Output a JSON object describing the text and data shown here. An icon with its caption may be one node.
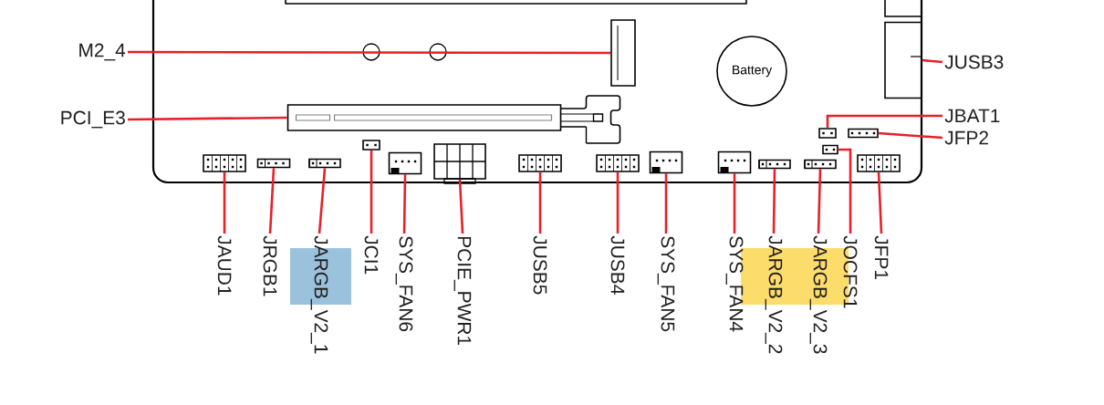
{
  "diagram": {
    "nodes": [
      {
        "text": [
          "M2_4"
        ]
      },
      {
        "text": [
          "JUSB3"
        ]
      },
      {
        "text": [
          "Battery"
        ]
      },
      {
        "text": [
          "PCI_E3"
        ]
      },
      {
        "text": [
          "JBAT1"
        ]
      },
      {
        "text": [
          "JFP2"
        ]
      },
      {
        "text": [
          "JAUD1"
        ]
      },
      {
        "text": [
          "JRGB1"
        ]
      },
      {
        "text": [
          "JARGB_V2_1"
        ]
      },
      {
        "text": [
          "JCI1"
        ]
      },
      {
        "text": [
          "SYS_FAN6"
        ]
      },
      {
        "text": [
          "PCIE_PWR1"
        ]
      },
      {
        "text": [
          "JUSB5"
        ]
      },
      {
        "text": [
          "JUSB4"
        ]
      },
      {
        "text": [
          "SYS_FAN5"
        ]
      },
      {
        "text": [
          "SYS_FAN4"
        ]
      },
      {
        "text": [
          "JARGB_V2_2"
        ]
      },
      {
        "text": [
          "JARGB_V2_3"
        ]
      },
      {
        "text": [
          "JOCFS1"
        ]
      },
      {
        "text": [
          "JFP1"
        ]
      },
      {
        "text": [],
        "shape": "box"
      },
      {
        "text": [],
        "shape": "box"
      },
      {
        "text": [],
        "shape": "box"
      },
      {
        "text": [],
        "shape": "box"
      },
      {
        "text": [],
        "shape": "box"
      },
      {
        "text": [],
        "shape": "box"
      },
      {
        "text": [],
        "shape": "box"
      },
      {
        "text": [],
        "shape": "box"
      },
      {
        "text": [],
        "shape": "box"
      },
      {
        "text": [],
        "shape": "box"
      },
      {
        "text": [],
        "shape": "box"
      },
      {
        "text": [],
        "shape": "box"
      },
      {
        "text": [],
        "shape": "box"
      },
      {
        "text": [],
        "shape": "box"
      },
      {
        "text": [],
        "shape": "box"
      },
      {
        "text": [],
        "shape": "box"
      },
      {
        "text": [],
        "shape": "box"
      },
      {
        "text": [],
        "shape": "box"
      },
      {
        "text": [],
        "shape": "box"
      }
    ],
    "edges": [
      {
        "from": 0,
        "to": 20,
        "arrow": "none"
      },
      {
        "from": 1,
        "to": 21,
        "arrow": "none"
      },
      {
        "from": 3,
        "to": 22,
        "arrow": "none"
      },
      {
        "from": 4,
        "to": 23,
        "arrow": "none"
      },
      {
        "from": 5,
        "to": 24,
        "arrow": "none"
      },
      {
        "from": 6,
        "to": 26,
        "arrow": "none"
      },
      {
        "from": 7,
        "to": 27,
        "arrow": "none"
      },
      {
        "from": 8,
        "to": 28,
        "arrow": "none"
      },
      {
        "from": 9,
        "to": 29,
        "arrow": "none"
      },
      {
        "from": 10,
        "to": 30,
        "arrow": "none"
      },
      {
        "from": 11,
        "to": 31,
        "arrow": "none"
      },
      {
        "from": 12,
        "to": 32,
        "arrow": "none"
      },
      {
        "from": 13,
        "to": 33,
        "arrow": "none"
      },
      {
        "from": 14,
        "to": 34,
        "arrow": "none"
      },
      {
        "from": 15,
        "to": 35,
        "arrow": "none"
      },
      {
        "from": 16,
        "to": 36,
        "arrow": "none"
      },
      {
        "from": 17,
        "to": 37,
        "arrow": "none"
      },
      {
        "from": 18,
        "to": 25,
        "arrow": "none"
      },
      {
        "from": 19,
        "to": 38,
        "arrow": "none"
      }
    ]
  }
}
